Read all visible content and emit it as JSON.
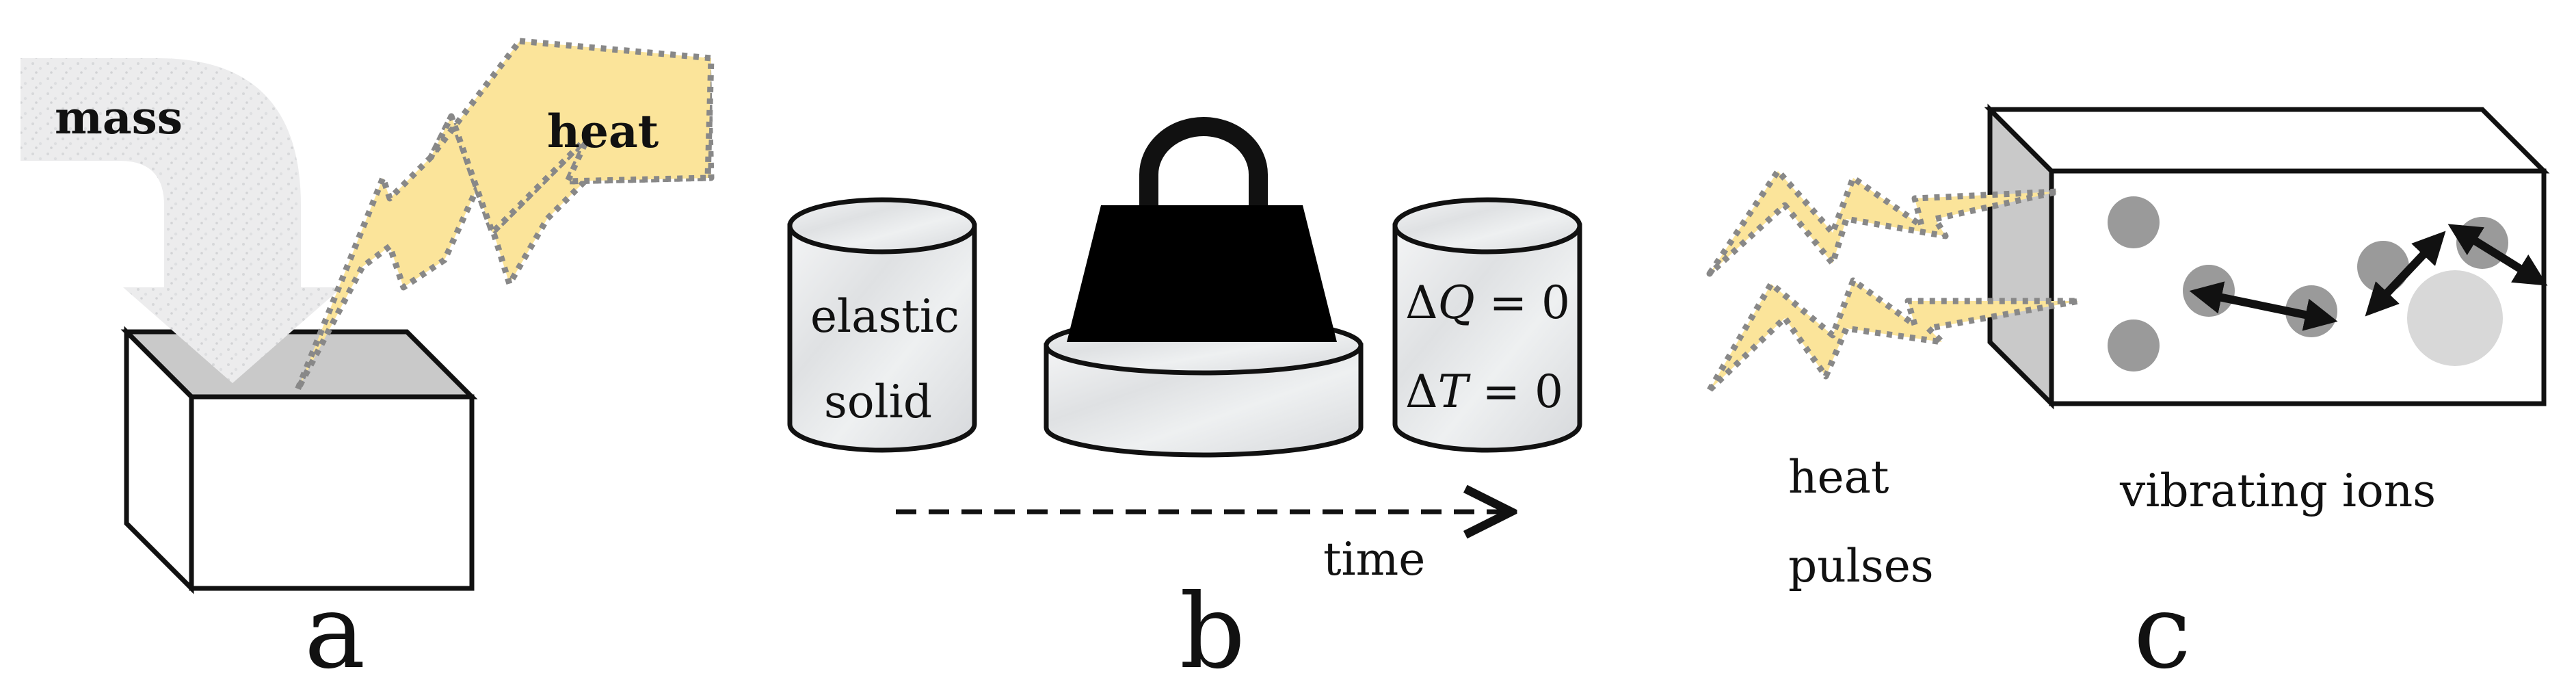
{
  "panel_a": {
    "letter": "a",
    "mass_label": "mass",
    "heat_label": "heat"
  },
  "panel_b": {
    "letter": "b",
    "solid_line1": "elastic",
    "solid_line2": "solid",
    "dq_delta": "Δ",
    "dq_var": "Q",
    "dq_rest": " = 0",
    "dt_delta": "Δ",
    "dt_var": "T",
    "dt_rest": " = 0",
    "time_label": "time"
  },
  "panel_c": {
    "letter": "c",
    "heat_line1": "heat",
    "heat_line2": "pulses",
    "ions_label": "vibrating ions"
  },
  "colors": {
    "heat_fill": "#fbe49a",
    "dotted_stroke": "#888888",
    "mass_fill": "#ebeced",
    "gray_face": "#c9c9c9",
    "ion_dark": "#9a9a9a",
    "ion_light": "#d8d8d8"
  }
}
